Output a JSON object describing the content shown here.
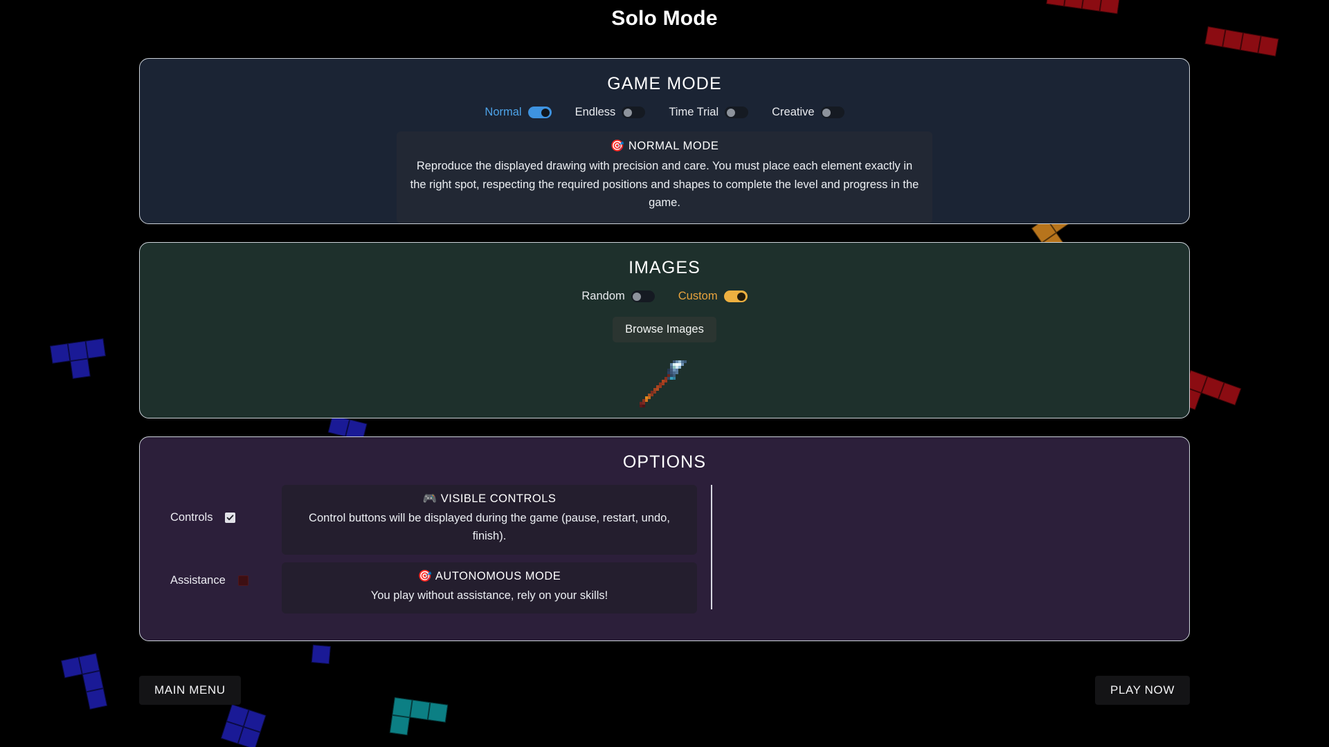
{
  "page": {
    "title": "Solo Mode",
    "background_color": "#000000"
  },
  "game_mode": {
    "title": "GAME MODE",
    "accent_color": "#4da3e8",
    "panel_color": "#1b2434",
    "options": [
      {
        "label": "Normal",
        "selected": true
      },
      {
        "label": "Endless",
        "selected": false
      },
      {
        "label": "Time Trial",
        "selected": false
      },
      {
        "label": "Creative",
        "selected": false
      }
    ],
    "description": {
      "icon": "target-icon",
      "icon_glyph": "🎯",
      "heading": "NORMAL MODE",
      "body": "Reproduce the displayed drawing with precision and care. You must place each element exactly in the right spot, respecting the required positions and shapes to complete the level and progress in the game."
    }
  },
  "images": {
    "title": "IMAGES",
    "accent_color": "#e8a33d",
    "panel_color": "#1e302c",
    "options": [
      {
        "label": "Random",
        "selected": false
      },
      {
        "label": "Custom",
        "selected": true
      }
    ],
    "browse_button_label": "Browse Images",
    "thumbnail_name": "custom-image-thumbnail"
  },
  "options": {
    "title": "OPTIONS",
    "panel_color": "#2c1f3a",
    "rows": [
      {
        "label": "Controls",
        "checked": true,
        "card": {
          "icon": "gamepad-icon",
          "icon_glyph": "🎮",
          "heading": "VISIBLE CONTROLS",
          "body": "Control buttons will be displayed during the game (pause, restart, undo, finish)."
        }
      },
      {
        "label": "Assistance",
        "checked": false,
        "card": {
          "icon": "target-icon",
          "icon_glyph": "🎯",
          "heading": "AUTONOMOUS MODE",
          "body": "You play without assistance, rely on your skills!"
        }
      }
    ]
  },
  "footer": {
    "main_menu_label": "MAIN MENU",
    "play_now_label": "PLAY NOW"
  },
  "decorations": {
    "colors": {
      "blue": "#1a1a96",
      "red": "#8b0c12",
      "teal": "#0c7f84",
      "orange": "#b7741c"
    }
  }
}
